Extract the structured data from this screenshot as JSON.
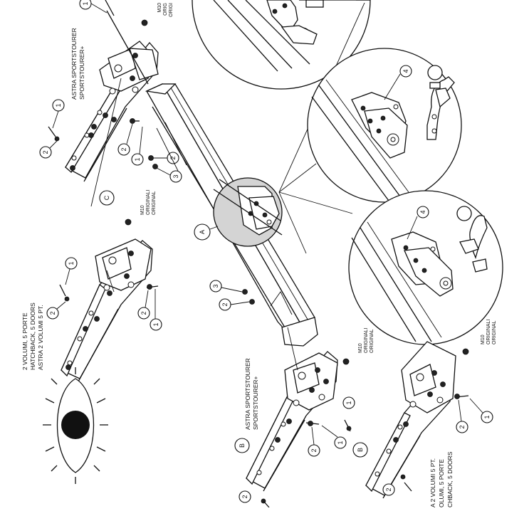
{
  "callouts": {
    "one": "1",
    "two": "2",
    "three": "3",
    "four": "4",
    "A": "A",
    "B": "B",
    "C": "C"
  },
  "labels": {
    "astra_sportstourer": "ASTRA SPORTSTOURER",
    "sportstourer_plus": "SPORTSTOURER+",
    "m10": "M10",
    "originali": "ORIGINALI",
    "original": "ORIGINAL",
    "volumi_2_5_porte": "2 VOLUMI, 5 PORTE",
    "hatchback_5_doors": "HATCHBACK, 5 DOORS",
    "astra_2_volumi_5pt": "ASTRA 2 VOLUMI 5 PT.",
    "bottom_astra_2_volumi": "A 2 VOLUMI 5 PT.",
    "bottom_volumi_porte": "OLUMI, 5 PORTE",
    "bottom_hatchback": "CHBACK, 5 DOORS",
    "top_m10": "M10",
    "top_orig1": "ORIG",
    "top_orig2": "ORIGI"
  },
  "icons": {
    "eye": "eye-icon"
  }
}
